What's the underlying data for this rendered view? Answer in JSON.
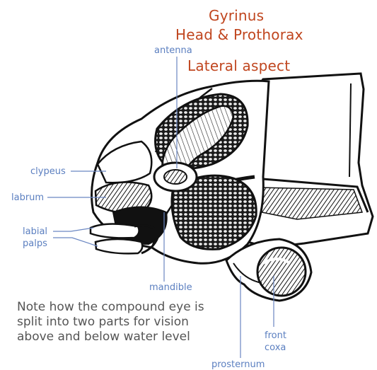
{
  "title": {
    "line1": "Gyrinus",
    "line2": "Head & Prothorax",
    "line3": "Lateral aspect"
  },
  "labels": {
    "antenna": "antenna",
    "clypeus": "clypeus",
    "labrum": "labrum",
    "labial_line1": "labial",
    "labial_line2": "palps",
    "mandible": "mandible",
    "front_line1": "front",
    "front_line2": "coxa",
    "prosternum": "prosternum"
  },
  "note": {
    "line1": "Note how the compound eye is",
    "line2": "split into two parts for vision",
    "line3": "above and  below water level"
  },
  "colors": {
    "title": "#c0461f",
    "label": "#5b7fc0",
    "leader": "#6a86c2",
    "note": "#555555",
    "ink": "#111111"
  }
}
